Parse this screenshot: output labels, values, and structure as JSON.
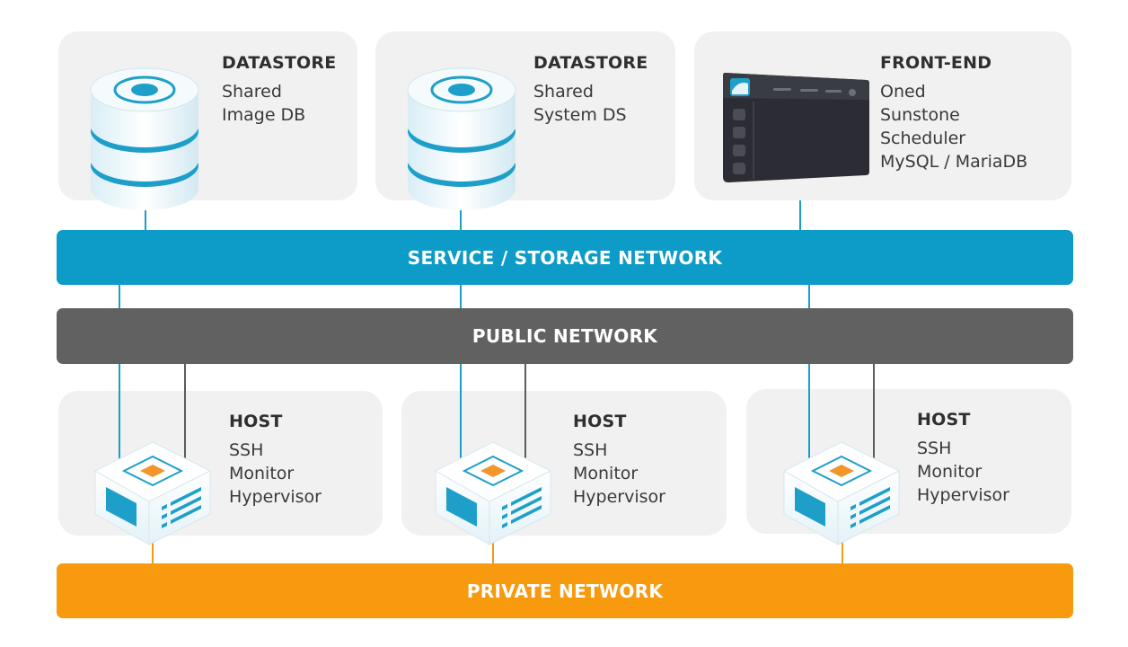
{
  "networks": {
    "service": {
      "label": "SERVICE / STORAGE NETWORK",
      "color": "#0d9bc7"
    },
    "public": {
      "label": "PUBLIC NETWORK",
      "color": "#616161"
    },
    "private": {
      "label": "PRIVATE NETWORK",
      "color": "#f79a0e"
    }
  },
  "datastore_image": {
    "title": "DATASTORE",
    "lines": [
      "Shared",
      "Image DB"
    ],
    "icon": "database-icon"
  },
  "datastore_system": {
    "title": "DATASTORE",
    "lines": [
      "Shared",
      "System DS"
    ],
    "icon": "database-icon"
  },
  "frontend": {
    "title": "FRONT-END",
    "lines": [
      "Oned",
      "Sunstone",
      "Scheduler",
      "MySQL / MariaDB"
    ],
    "icon": "sunstone-window-icon"
  },
  "hosts": [
    {
      "title": "HOST",
      "lines": [
        "SSH",
        "Monitor",
        "Hypervisor"
      ],
      "icon": "server-icon"
    },
    {
      "title": "HOST",
      "lines": [
        "SSH",
        "Monitor",
        "Hypervisor"
      ],
      "icon": "server-icon"
    },
    {
      "title": "HOST",
      "lines": [
        "SSH",
        "Monitor",
        "Hypervisor"
      ],
      "icon": "server-icon"
    }
  ],
  "colors": {
    "blue": "#1a9ec5",
    "gray": "#5d5d5d",
    "orange": "#f29a19",
    "card": "#f1f1f1"
  }
}
